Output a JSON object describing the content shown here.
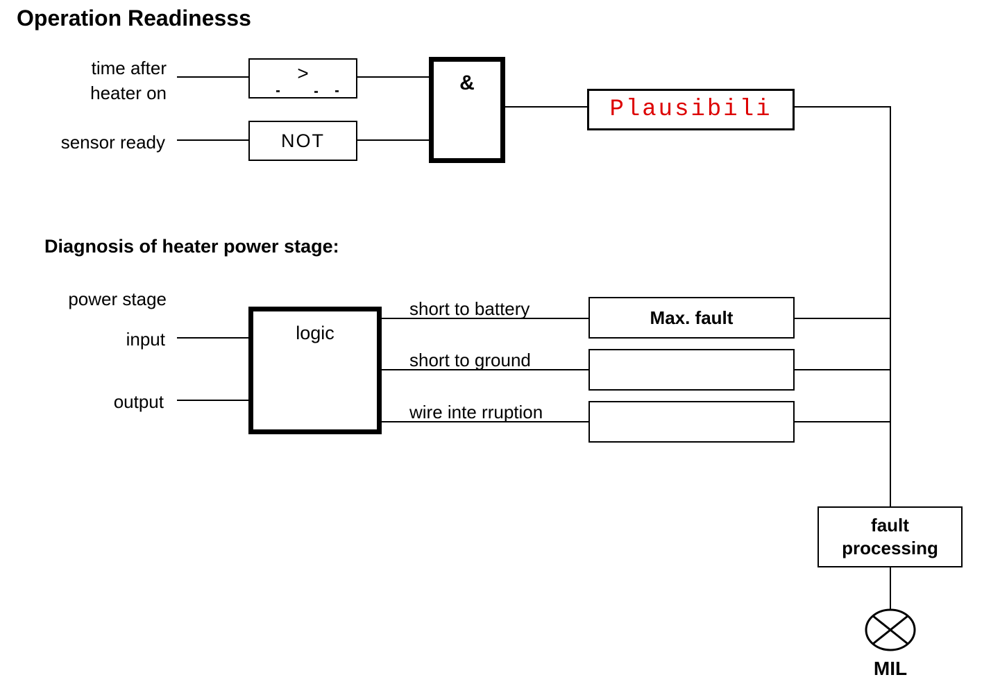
{
  "page": {
    "title": "Operation Readinesss",
    "section2_heading": "Diagnosis of heater power stage:"
  },
  "readiness": {
    "input1": {
      "line1": "time after",
      "line2": "heater on"
    },
    "input2": "sensor ready",
    "threshold_box": {
      "symbol": ">"
    },
    "not_box": {
      "label": "NOT"
    },
    "and_gate": {
      "symbol": "&"
    },
    "plausibility": {
      "label": "Plausibili",
      "text_color": "#dd0000"
    }
  },
  "power_stage": {
    "label_power_stage": "power stage",
    "label_input": "input",
    "label_output": "output",
    "logic_box": {
      "label": "logic"
    },
    "faults": [
      {
        "wire_label": "short to battery",
        "box_label": "Max. fault"
      },
      {
        "wire_label": "short to ground",
        "box_label": ""
      },
      {
        "wire_label": "wire inte rruption",
        "box_label": ""
      }
    ]
  },
  "output_chain": {
    "fault_processing": {
      "line1": "fault",
      "line2": "processing"
    },
    "mil": {
      "label": "MIL"
    }
  },
  "colors": {
    "background": "#ffffff",
    "line": "#000000",
    "plausibility_text": "#dd0000"
  }
}
